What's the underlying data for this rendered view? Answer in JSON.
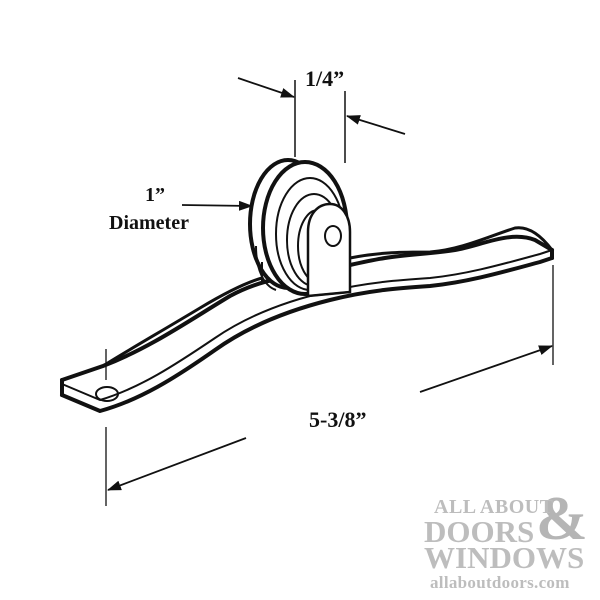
{
  "diagram": {
    "subject": "Sliding screen door roller with curved spring steel bracket",
    "dimensions": {
      "wheel_width": "1/4”",
      "wheel_diameter_value": "1”",
      "wheel_diameter_label": "Diameter",
      "overall_length": "5-3/8”"
    },
    "colors": {
      "line": "#111111",
      "background": "#ffffff",
      "watermark": "#bdbdbd"
    }
  },
  "watermark": {
    "line1": "ALL ABOUT",
    "line2": "DOORS",
    "ampersand": "&",
    "line3": "WINDOWS",
    "url": "allaboutdoors.com"
  }
}
